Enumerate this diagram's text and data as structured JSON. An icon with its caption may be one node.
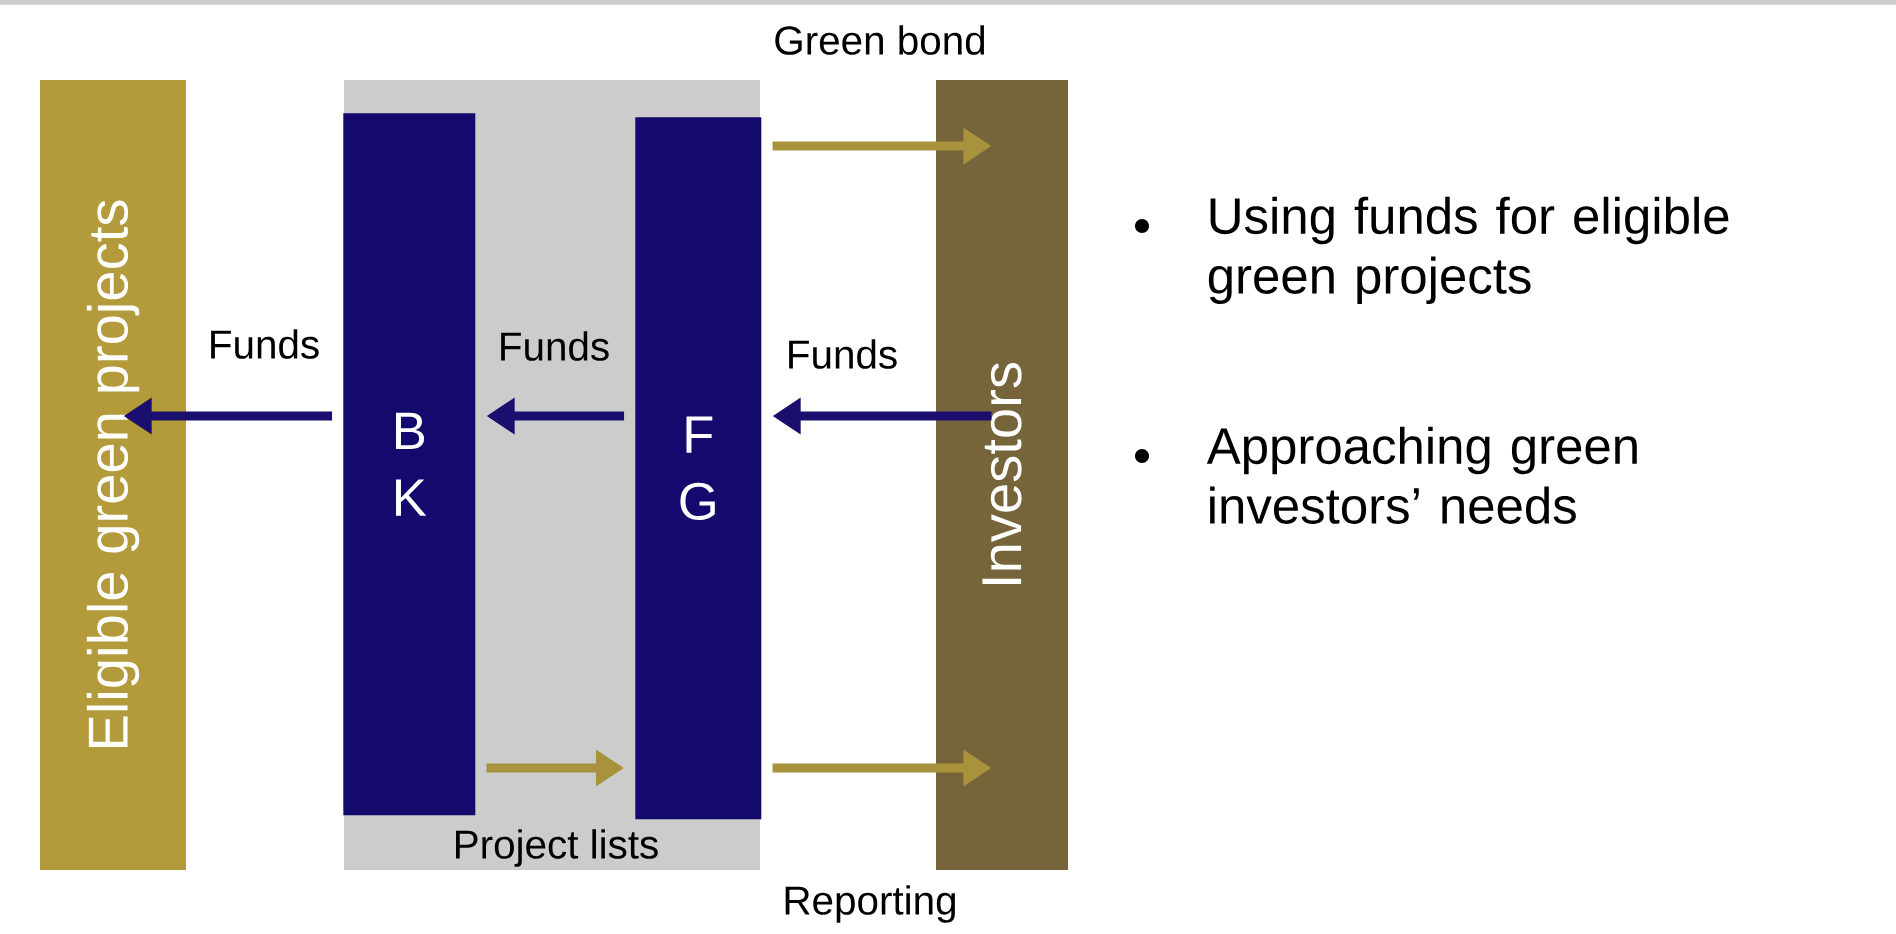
{
  "diagram": {
    "nodes": [
      {
        "text": [
          "Eligible green projects"
        ]
      },
      {
        "text": [],
        "shape": "box"
      },
      {
        "text": [
          "B K"
        ],
        "in": 1
      },
      {
        "text": [
          "F G"
        ],
        "in": 1
      },
      {
        "text": [
          "Investors"
        ]
      }
    ],
    "edges": [
      {
        "from": 3,
        "to": 4,
        "arrow": "to",
        "label": "Green bond",
        "color": "#a8923c"
      },
      {
        "from": 4,
        "to": 3,
        "arrow": "to",
        "label": "Funds",
        "color": "#1a0f6e"
      },
      {
        "from": 3,
        "to": 2,
        "arrow": "to",
        "label": "Funds",
        "color": "#1a0f6e"
      },
      {
        "from": 2,
        "to": 0,
        "arrow": "to",
        "label": "Funds",
        "color": "#1a0f6e"
      },
      {
        "from": 2,
        "to": 3,
        "arrow": "to",
        "label": "Project lists",
        "color": "#a8923c"
      },
      {
        "from": 3,
        "to": 4,
        "arrow": "to",
        "label": "Reporting",
        "color": "#a8923c"
      }
    ],
    "labels": [
      "Using funds for eligible green projects",
      "Approaching green investors’ needs"
    ]
  }
}
